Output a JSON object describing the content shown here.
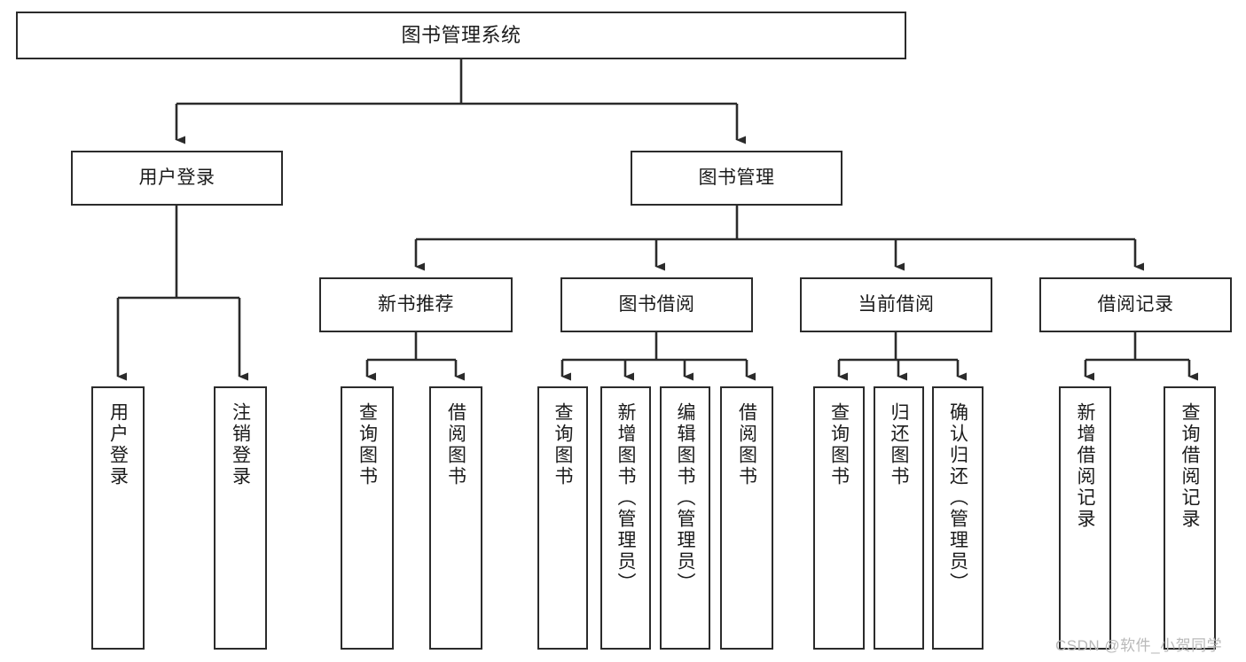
{
  "diagram": {
    "title": "图书管理系统",
    "type": "hierarchy-tree",
    "root": {
      "label": "图书管理系统"
    },
    "level1": [
      {
        "label": "用户登录"
      },
      {
        "label": "图书管理"
      }
    ],
    "level2": [
      {
        "label": "新书推荐"
      },
      {
        "label": "图书借阅"
      },
      {
        "label": "当前借阅"
      },
      {
        "label": "借阅记录"
      }
    ],
    "leaves": {
      "user_login": [
        {
          "label": "用户登录"
        },
        {
          "label": "注销登录"
        }
      ],
      "new_book_recommend": [
        {
          "label": "查询图书"
        },
        {
          "label": "借阅图书"
        }
      ],
      "book_borrow": [
        {
          "label": "查询图书"
        },
        {
          "label": "新增图书（管理员）"
        },
        {
          "label": "编辑图书（管理员）"
        },
        {
          "label": "借阅图书"
        }
      ],
      "current_borrow": [
        {
          "label": "查询图书"
        },
        {
          "label": "归还图书"
        },
        {
          "label": "确认归还（管理员）"
        }
      ],
      "borrow_record": [
        {
          "label": "新增借阅记录"
        },
        {
          "label": "查询借阅记录"
        }
      ]
    }
  },
  "watermark": {
    "text": "CSDN @软件_小贺同学"
  },
  "colors": {
    "stroke": "#2b2b2b",
    "background": "#ffffff",
    "text": "#1b1b1b",
    "watermark": "#b9b9b9"
  }
}
